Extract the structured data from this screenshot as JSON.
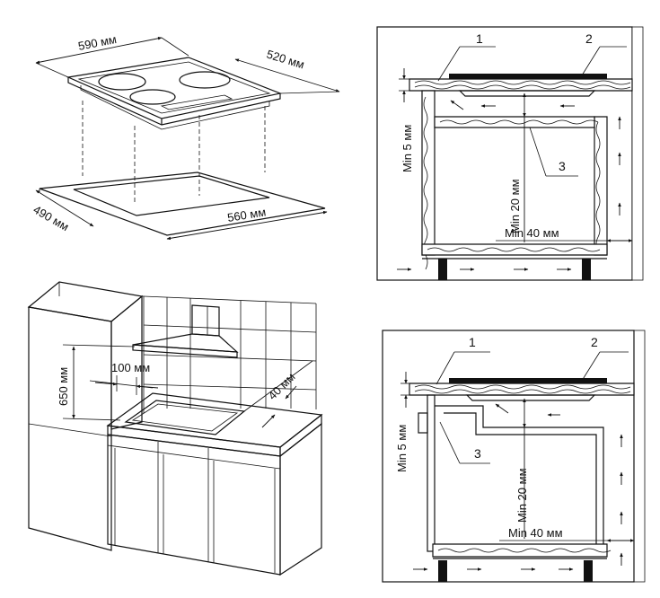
{
  "hob": {
    "width_label": "590 мм",
    "depth_label": "520 мм"
  },
  "cutout": {
    "depth_label": "490 мм",
    "width_label": "560 мм"
  },
  "kitchen": {
    "height_label": "650 мм",
    "side_label": "100 мм",
    "edge_label": "40 мм"
  },
  "section_top": {
    "callout_1": "1",
    "callout_2": "2",
    "callout_3": "3",
    "min5": "Min 5 мм",
    "min20": "Min 20 мм",
    "min40": "Min 40 мм"
  },
  "section_bottom": {
    "callout_1": "1",
    "callout_2": "2",
    "callout_3": "3",
    "min5": "Min 5 мм",
    "min20": "Min 20 мм",
    "min40": "Min 40 мм"
  }
}
